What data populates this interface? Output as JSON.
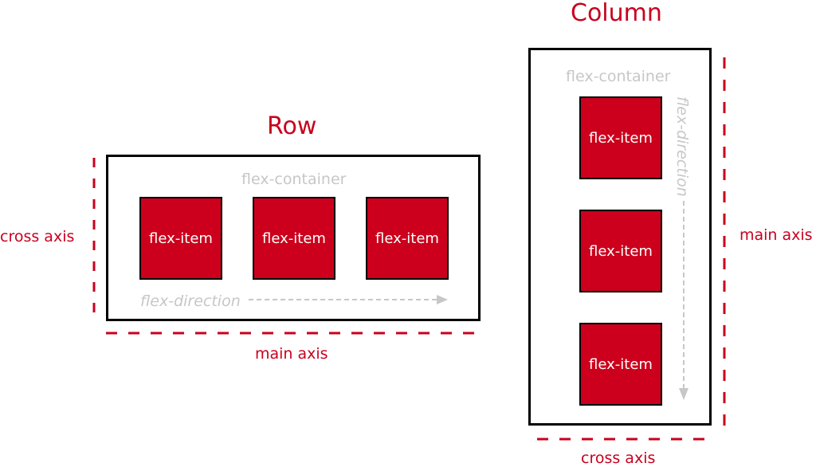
{
  "row": {
    "title": "Row",
    "container_label": "flex-container",
    "items": [
      "flex-item",
      "flex-item",
      "flex-item"
    ],
    "direction_label": "flex-direction",
    "main_axis_label": "main axis",
    "cross_axis_label": "cross axis"
  },
  "column": {
    "title": "Column",
    "container_label": "flex-container",
    "items": [
      "flex-item",
      "flex-item",
      "flex-item"
    ],
    "direction_label": "flex-direction",
    "main_axis_label": "main axis",
    "cross_axis_label": "cross axis"
  },
  "colors": {
    "accent": "#c8001e",
    "item_fill": "#cc001c",
    "muted": "#c7c7c7",
    "border": "#000000"
  }
}
